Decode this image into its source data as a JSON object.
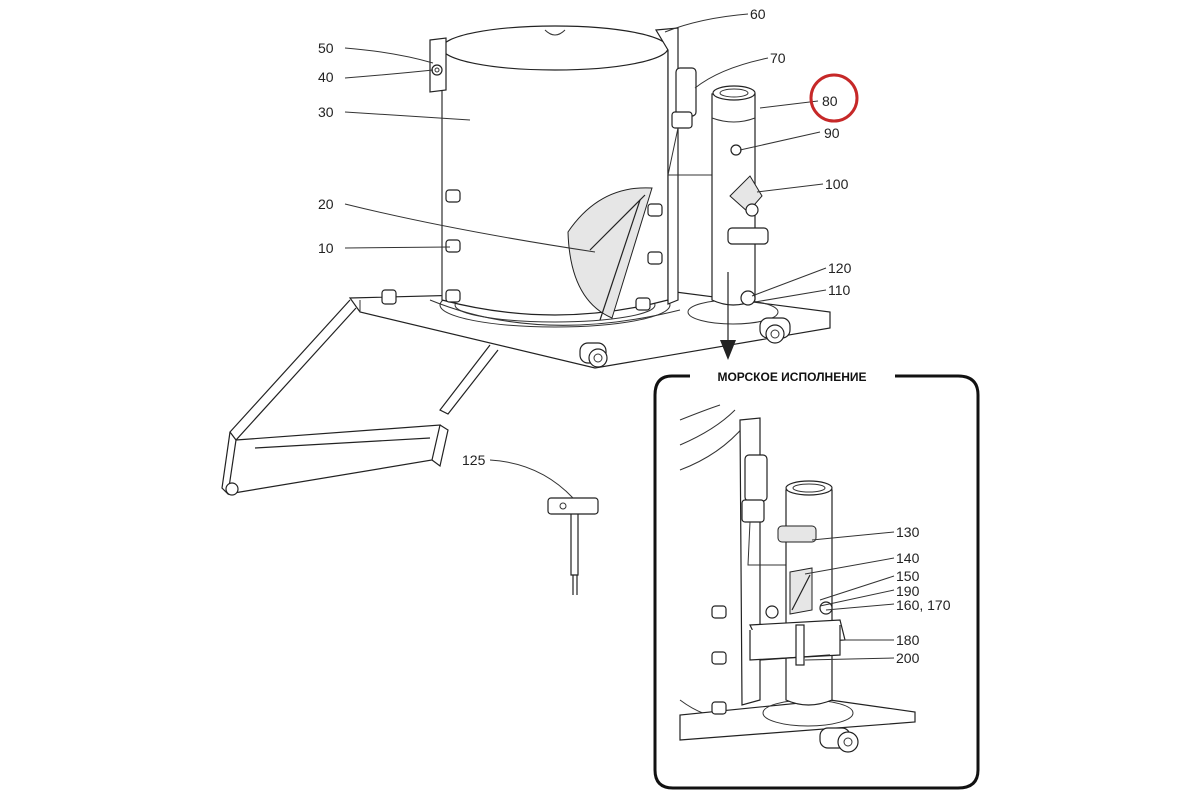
{
  "callouts": {
    "c10": "10",
    "c20": "20",
    "c30": "30",
    "c40": "40",
    "c50": "50",
    "c60": "60",
    "c70": "70",
    "c80": "80",
    "c90": "90",
    "c100": "100",
    "c110": "110",
    "c120": "120",
    "c125": "125",
    "c130": "130",
    "c140": "140",
    "c150": "150",
    "c160_170": "160, 170",
    "c180": "180",
    "c190": "190",
    "c200": "200"
  },
  "inset": {
    "title": "МОРСКОЕ ИСПОЛНЕНИЕ"
  },
  "highlight": {
    "callout": "80",
    "color": "#c62828"
  }
}
